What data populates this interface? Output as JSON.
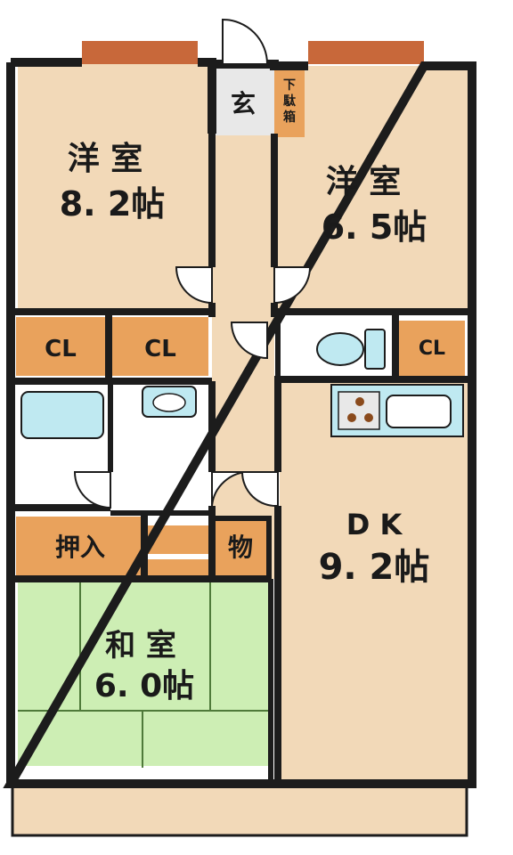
{
  "colors": {
    "wall": "#1c1c1c",
    "wood": "#f2d9b8",
    "tatami": "#cdeeb4",
    "tile": "#ffffff",
    "water": "#bfe9f1",
    "storage": "#e9a25c",
    "entry": "#e8e8e8",
    "window": "#c8683a",
    "balcony": "#f2d9b8"
  },
  "rooms": {
    "western_left": {
      "name": "洋 室",
      "size": "8. 2帖"
    },
    "western_right": {
      "name": "洋 室",
      "size": "6. 5帖"
    },
    "japanese": {
      "name": "和 室",
      "size": "6. 0帖"
    },
    "dk": {
      "name": "D K",
      "size": "9. 2帖"
    }
  },
  "labels": {
    "entrance": "玄",
    "shoe_box": [
      "下",
      "駄",
      "箱"
    ],
    "closet": "CL",
    "oshiire": "押入",
    "storage": "物"
  },
  "icons": {
    "toilet": "toilet-icon",
    "bathtub": "bathtub-icon",
    "sink": "washbasin-icon",
    "kitchen_sink": "kitchen-sink-icon",
    "stove": "stove-burner-icon"
  }
}
